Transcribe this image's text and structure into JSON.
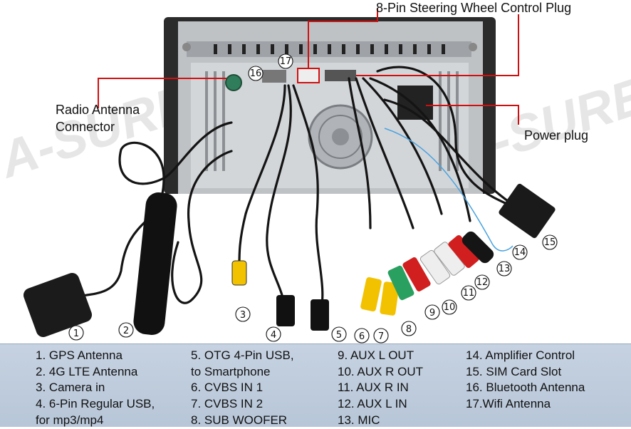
{
  "callouts": {
    "steering": "8-Pin Steering Wheel Control Plug",
    "radio_line1": "Radio Antenna",
    "radio_line2": "Connector",
    "power": "Power plug"
  },
  "watermark": "A-SURE",
  "numbers": [
    "1",
    "2",
    "3",
    "4",
    "5",
    "6",
    "7",
    "8",
    "9",
    "10",
    "11",
    "12",
    "13",
    "14",
    "15",
    "16",
    "17"
  ],
  "legend": {
    "col1": [
      "1. GPS Antenna",
      "2. 4G LTE Antenna",
      "3. Camera in",
      "4. 6-Pin Regular USB,",
      "for mp3/mp4"
    ],
    "col2": [
      "5. OTG 4-Pin USB,",
      "to Smartphone",
      "6. CVBS IN 1",
      "7. CVBS IN 2",
      "8. SUB WOOFER"
    ],
    "col3": [
      "9. AUX L OUT",
      "10. AUX R OUT",
      "11. AUX R IN",
      "12. AUX L IN",
      "13. MIC"
    ],
    "col4": [
      "14. Amplifier Control",
      "15. SIM Card Slot",
      "16. Bluetooth Antenna",
      "17.Wifi Antenna"
    ]
  },
  "colors": {
    "callout_line": "#d01010",
    "legend_bg": "#bfcbdc",
    "rca_yellow": "#f2c200",
    "rca_red": "#d11f1f",
    "rca_green": "#2aa060"
  }
}
